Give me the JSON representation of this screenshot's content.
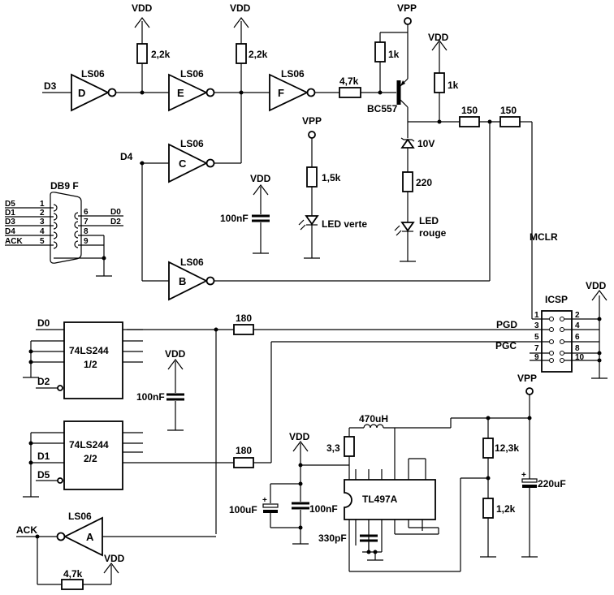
{
  "power": {
    "vdd": "VDD",
    "vpp": "VPP"
  },
  "gates": {
    "type": "LS06",
    "d": "D",
    "e": "E",
    "f": "F",
    "c": "C",
    "b": "B",
    "a": "A"
  },
  "inputs": {
    "d3": "D3",
    "d4": "D4",
    "d0": "D0",
    "d1": "D1",
    "d2": "D2",
    "d5": "D5",
    "ack": "ACK"
  },
  "resistors": {
    "r_2k2": "2,2k",
    "r_4k7": "4,7k",
    "r_1k": "1k",
    "r_150": "150",
    "r_1k5": "1,5k",
    "r_220": "220",
    "r_180": "180",
    "r_3r3": "3,3",
    "r_12k3": "12,3k",
    "r_1k2": "1,2k"
  },
  "components": {
    "transistor": "BC557",
    "zener": "10V",
    "led_green": "LED verte",
    "led_red_1": "LED",
    "led_red_2": "rouge",
    "cap_100nf": "100nF",
    "cap_100uf": "100uF",
    "cap_330pf": "330pF",
    "cap_220uf": "220uF",
    "inductor": "470uH",
    "regulator": "TL497A",
    "buffer": "74LS244",
    "buffer_half1": "1/2",
    "buffer_half2": "2/2"
  },
  "db9": {
    "title": "DB9 F",
    "left_labels": [
      "D5",
      "D1",
      "D3",
      "D4",
      "ACK"
    ],
    "left_pins": [
      "1",
      "2",
      "3",
      "4",
      "5"
    ],
    "right_pins": [
      "6",
      "7",
      "8",
      "9"
    ],
    "right_labels": [
      "D0",
      "D2"
    ]
  },
  "icsp": {
    "title": "ICSP",
    "left_pins": [
      "1",
      "3",
      "5",
      "7",
      "9"
    ],
    "right_pins": [
      "2",
      "4",
      "6",
      "8",
      "10"
    ],
    "mclr": "MCLR",
    "pgd": "PGD",
    "pgc": "PGC"
  }
}
